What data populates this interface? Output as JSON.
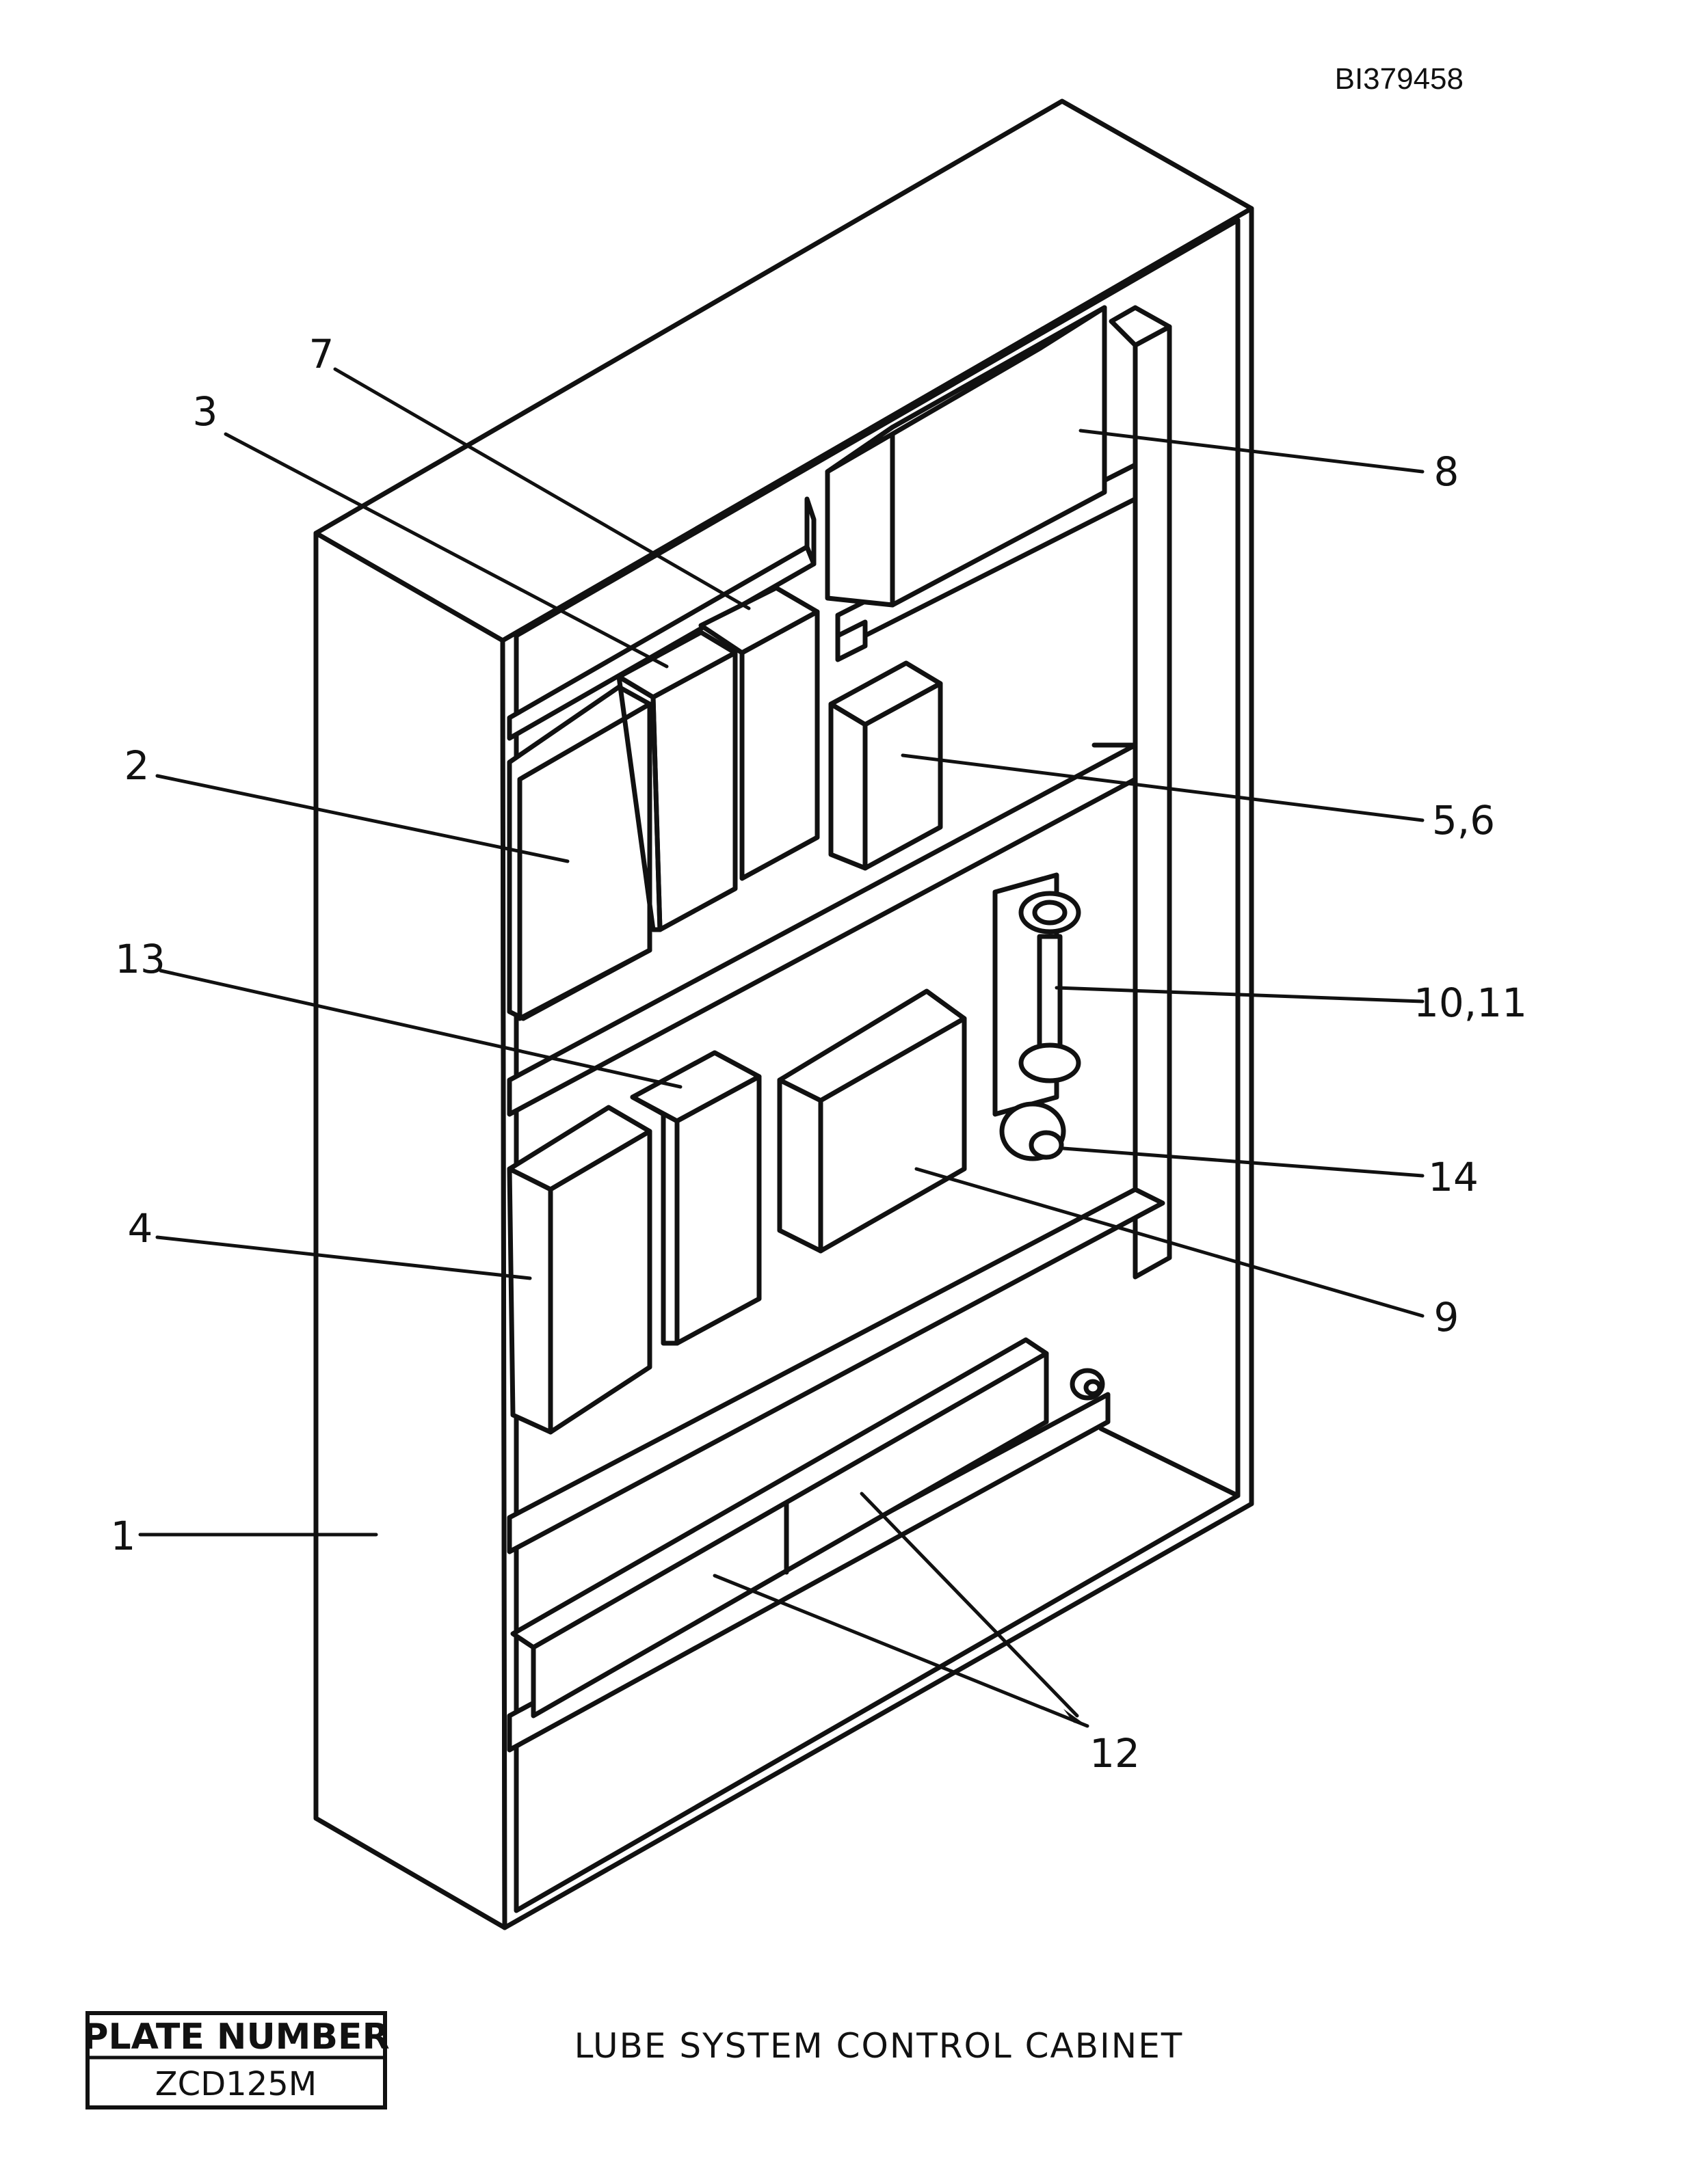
{
  "doc_id": "BI379458",
  "title": "LUBE SYSTEM CONTROL CABINET",
  "plate": {
    "label": "PLATE NUMBER",
    "number": "ZCD125M"
  },
  "callouts": [
    {
      "key": "c1",
      "text": "1"
    },
    {
      "key": "c2",
      "text": "2"
    },
    {
      "key": "c3",
      "text": "3"
    },
    {
      "key": "c4",
      "text": "4"
    },
    {
      "key": "c56",
      "text": "5,6"
    },
    {
      "key": "c7",
      "text": "7"
    },
    {
      "key": "c8",
      "text": "8"
    },
    {
      "key": "c9",
      "text": "9"
    },
    {
      "key": "c1011",
      "text": "10,11"
    },
    {
      "key": "c12",
      "text": "12"
    },
    {
      "key": "c13",
      "text": "13"
    },
    {
      "key": "c14",
      "text": "14"
    }
  ]
}
